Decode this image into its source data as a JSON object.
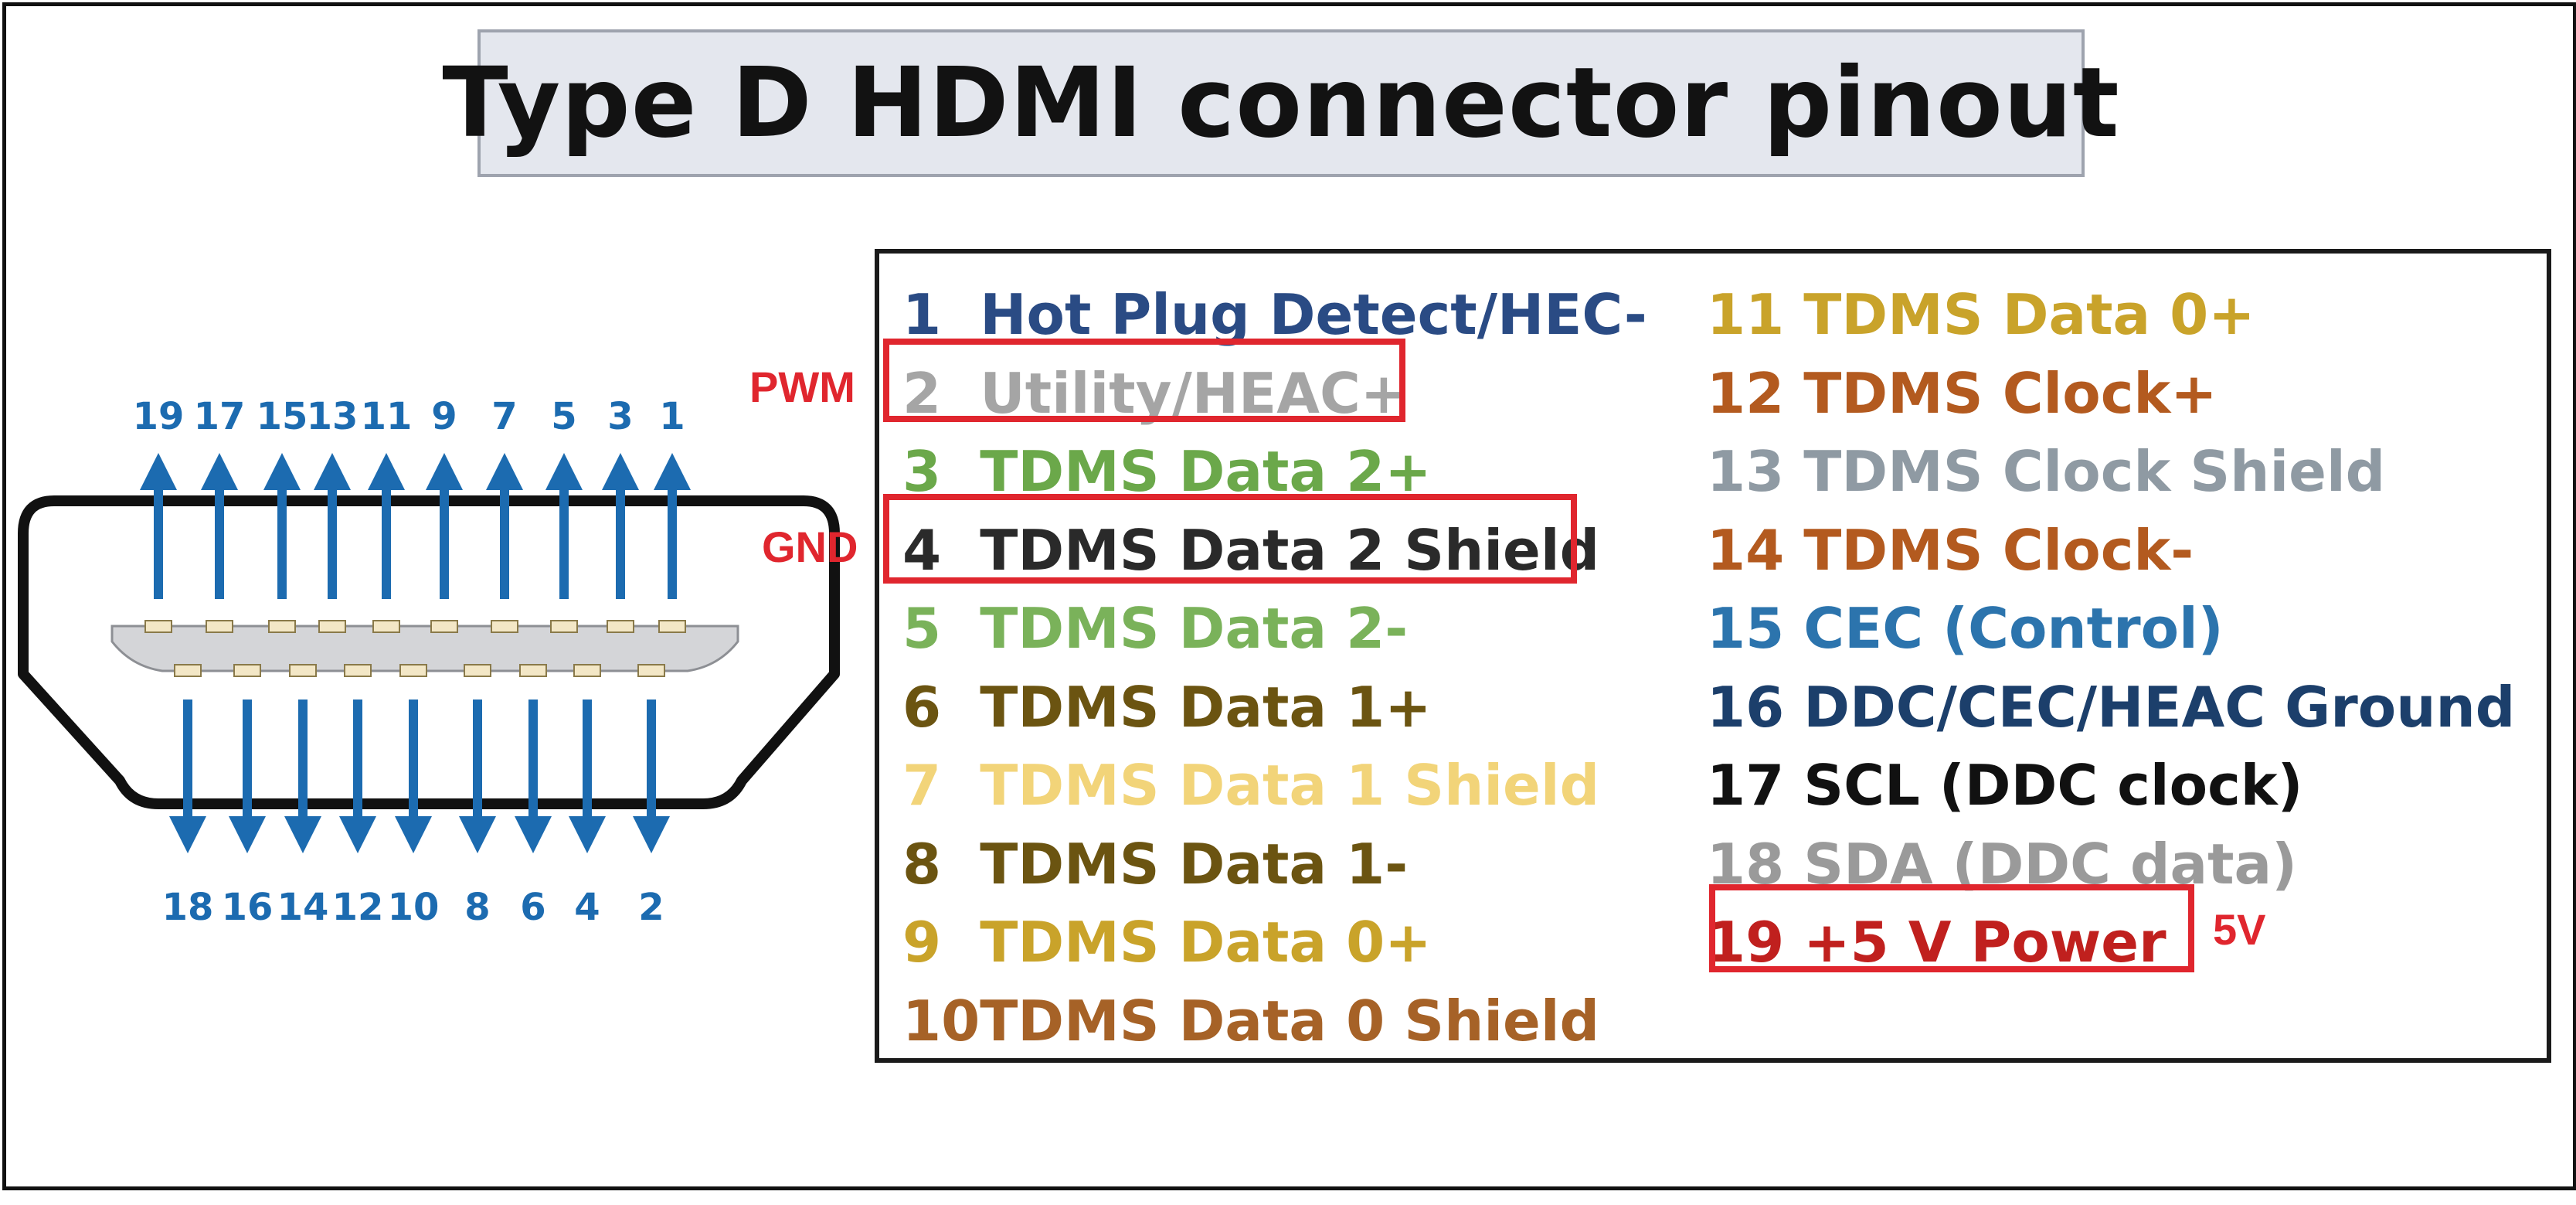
{
  "title": "Type D HDMI connector pinout",
  "connector": {
    "top_pin_labels": [
      "19",
      "17",
      "15",
      "13",
      "11",
      "9",
      "7",
      "5",
      "3",
      "1"
    ],
    "bottom_pin_labels": [
      "18",
      "16",
      "14",
      "12",
      "10",
      "8",
      "6",
      "4",
      "2"
    ],
    "pin_color": "#1c6bb0"
  },
  "pins_left": [
    {
      "text": "1  Hot Plug Detect/HEC-",
      "color": "#2a4b84"
    },
    {
      "text": "2  Utility/HEAC+",
      "color": "#a5a5a5"
    },
    {
      "text": "3  TDMS Data 2+",
      "color": "#6ba84a"
    },
    {
      "text": "4  TDMS Data 2 Shield",
      "color": "#2a2a2a"
    },
    {
      "text": "5  TDMS Data 2-",
      "color": "#7ab25a"
    },
    {
      "text": "6  TDMS Data 1+",
      "color": "#6b5411"
    },
    {
      "text": "7  TDMS Data 1 Shield",
      "color": "#f2d479"
    },
    {
      "text": "8  TDMS Data 1-",
      "color": "#6b5411"
    },
    {
      "text": "9  TDMS Data 0+",
      "color": "#c9a32a"
    },
    {
      "text": "10TDMS Data 0 Shield",
      "color": "#a66227"
    }
  ],
  "pins_right": [
    {
      "text": "11 TDMS Data 0+",
      "color": "#c9a32a"
    },
    {
      "text": "12 TDMS Clock+",
      "color": "#b35a1f"
    },
    {
      "text": "13 TDMS Clock Shield",
      "color": "#8f9aa3"
    },
    {
      "text": "14 TDMS Clock-",
      "color": "#b35a1f"
    },
    {
      "text": "15 CEC (Control)",
      "color": "#2c74ad"
    },
    {
      "text": "16 DDC/CEC/HEAC Ground",
      "color": "#1c3f6b"
    },
    {
      "text": "17 SCL (DDC clock)",
      "color": "#111111"
    },
    {
      "text": "18 SDA (DDC data)",
      "color": "#9a9a9a"
    },
    {
      "text": "19 +5 V Power",
      "color": "#c0201e"
    }
  ],
  "annotations": {
    "pwm": "PWM",
    "gnd": "GND",
    "five_v": "5V",
    "highlight_color": "#e0262e"
  }
}
